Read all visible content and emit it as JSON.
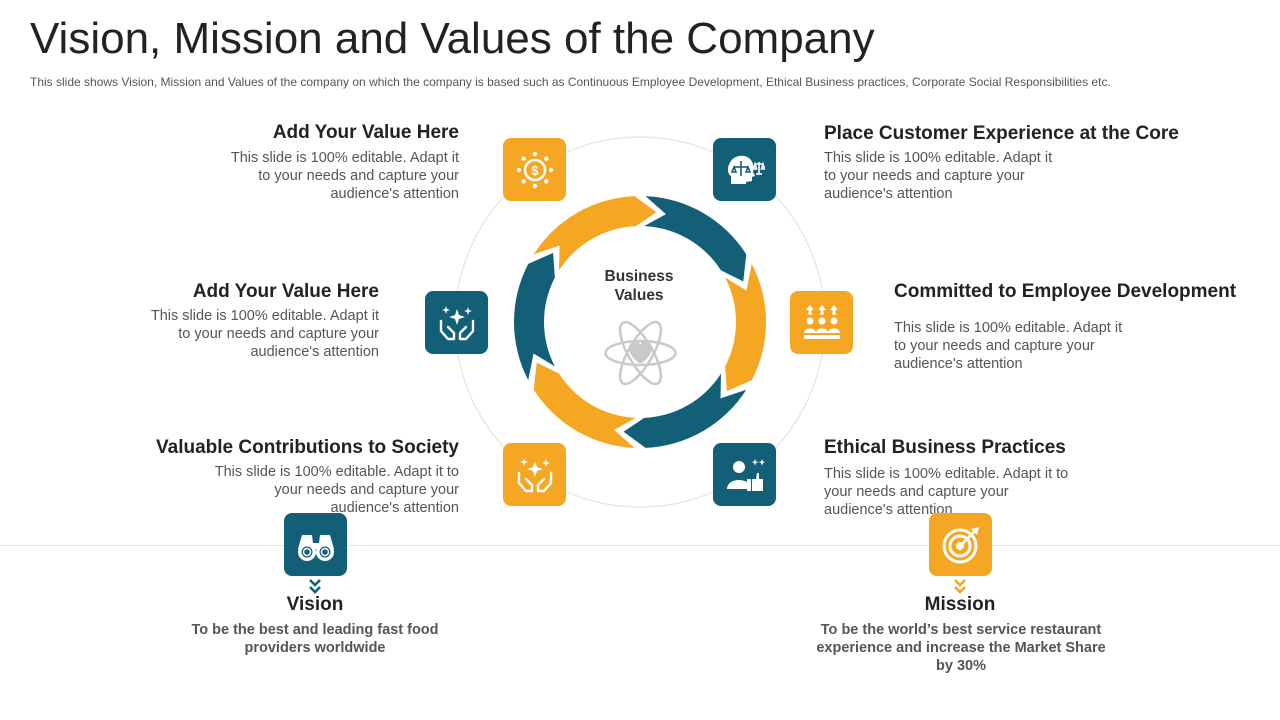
{
  "slide": {
    "title": "Vision, Mission and Values of the Company",
    "subtitle": "This slide shows Vision, Mission and Values of the company on which the company is based such as Continuous Employee Development,  Ethical Business practices, Corporate Social Responsibilities etc."
  },
  "colors": {
    "orange": "#F5A623",
    "teal": "#145F78",
    "text": "#222222",
    "muted": "#555555"
  },
  "center": {
    "label": "Business\nValues",
    "icon": "heart-atom-icon"
  },
  "values": [
    {
      "heading": "Add Your Value Here",
      "text": "This slide is 100% editable. Adapt it to your needs and capture your audience's attention",
      "icon": "dollar-gear-icon"
    },
    {
      "heading": "Place Customer Experience at the Core",
      "text": "This slide is 100% editable. Adapt it to your needs and capture your audience's attention",
      "icon": "head-scale-icon"
    },
    {
      "heading": "Add Your Value Here",
      "text": "This slide is 100% editable. Adapt it to your needs and capture your audience's attention",
      "icon": "hands-sparkle-icon"
    },
    {
      "heading": "Committed to Employee Development",
      "text": "This slide is 100% editable. Adapt it to your needs and capture your audience's attention",
      "icon": "team-growth-icon"
    },
    {
      "heading": "Valuable Contributions to Society",
      "text": "This slide is 100% editable. Adapt it to your needs and capture your audience's attention",
      "icon": "hands-sparkle-icon"
    },
    {
      "heading": "Ethical Business Practices",
      "text": "This slide is 100% editable. Adapt it to your needs and capture your audience's attention",
      "icon": "user-thumbs-up-icon"
    }
  ],
  "vision": {
    "title": "Vision",
    "text": "To be the best and leading fast food providers worldwide",
    "icon": "binoculars-icon"
  },
  "mission": {
    "title": "Mission",
    "text": "To be the world’s best service restaurant experience and increase the Market Share by 30%",
    "icon": "target-icon"
  }
}
